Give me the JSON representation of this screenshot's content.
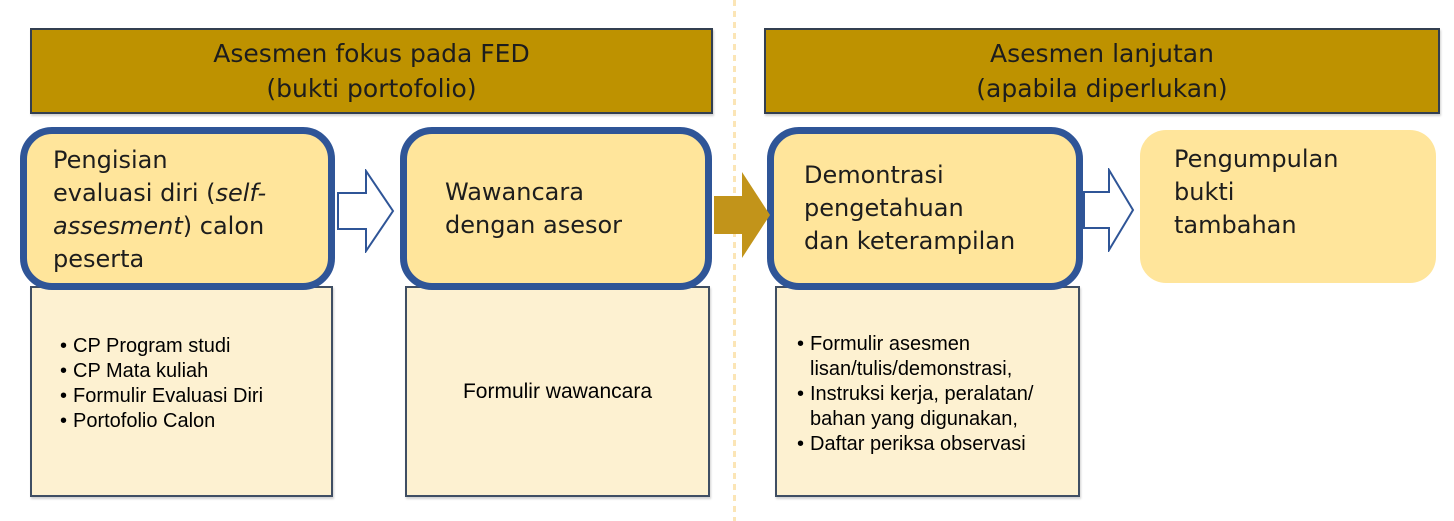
{
  "colors": {
    "gold": "#BE9200",
    "gold-border": "#333F50",
    "box-fill": "#FFE59B",
    "box-border": "#2F5597",
    "panel-fill": "#FDF1D1",
    "panel-border": "#3F4E63",
    "divider": "#FBE5B6",
    "text-dark": "#1D1D1D",
    "arrow-gold": "#C2941A"
  },
  "left_section": {
    "header_line1": "Asesmen fokus pada FED",
    "header_line2": "(bukti portofolio)",
    "step1": {
      "title_prefix": "Pengisian\nevaluasi diri (",
      "title_italic": "self-assesment",
      "title_suffix": ") calon\npeserta",
      "details": [
        "CP Program studi",
        "CP Mata kuliah",
        "Formulir Evaluasi Diri",
        "Portofolio Calon"
      ]
    },
    "step2": {
      "title": "Wawancara\ndengan asesor",
      "detail": "Formulir wawancara"
    }
  },
  "right_section": {
    "header_line1": "Asesmen lanjutan",
    "header_line2": "(apabila diperlukan)",
    "step3": {
      "title": "Demontrasi\npengetahuan\ndan keterampilan",
      "details": [
        "Formulir asesmen\nlisan/tulis/demonstrasi,",
        "Instruksi kerja, peralatan/\nbahan yang digunakan,",
        "Daftar periksa observasi"
      ]
    },
    "step4": {
      "title": "Pengumpulan\nbukti\ntambahan"
    }
  },
  "icons": {
    "flow_arrow_outline": "right-block-arrow-outline",
    "flow_arrow_solid": "right-block-arrow-solid"
  }
}
